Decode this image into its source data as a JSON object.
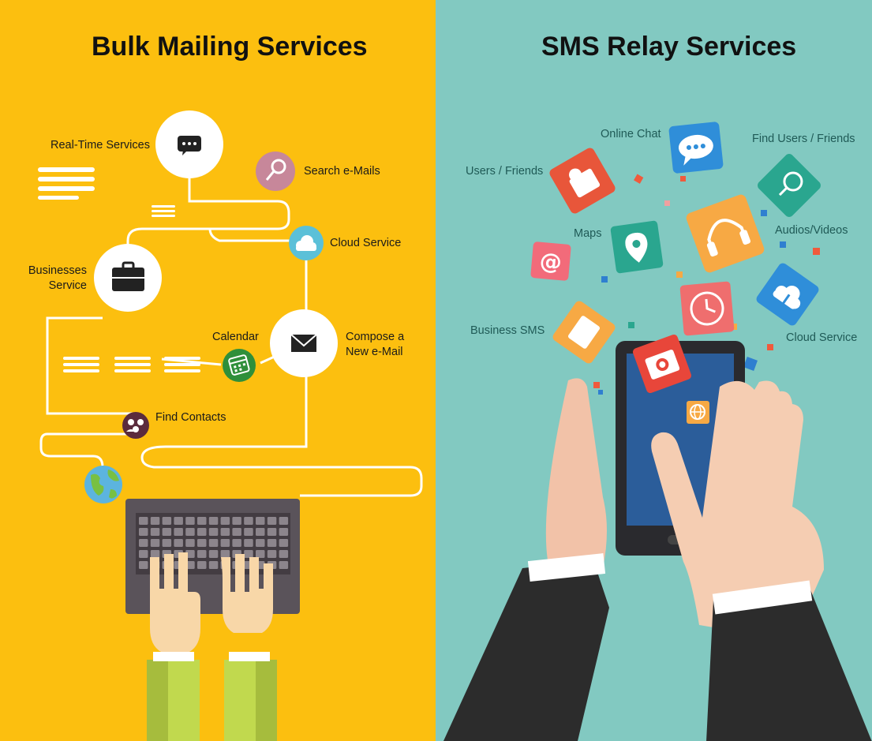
{
  "left_panel": {
    "title": "Bulk Mailing Services",
    "background": "#fcbf0f",
    "labels": {
      "real_time": "Real-Time Services",
      "search_emails": "Search e-Mails",
      "cloud_service": "Cloud Service",
      "businesses_line1": "Businesses",
      "businesses_line2": "Service",
      "calendar": "Calendar",
      "compose_line1": "Compose a",
      "compose_line2": "New e-Mail",
      "find_contacts": "Find Contacts"
    },
    "icons": [
      "chat-bubble-icon",
      "search-icon",
      "cloud-icon",
      "briefcase-icon",
      "calendar-icon",
      "envelope-icon",
      "contacts-icon",
      "globe-icon",
      "laptop-keyboard-icon",
      "typing-hands-icon"
    ]
  },
  "right_panel": {
    "title": "SMS Relay Services",
    "background": "#82c9c1",
    "labels": {
      "online_chat": "Online Chat",
      "find_users": "Find Users / Friends",
      "users_friends": "Users / Friends",
      "maps": "Maps",
      "audios_videos": "Audios/Videos",
      "business_sms": "Business SMS",
      "cloud_service": "Cloud Service"
    },
    "icons": [
      "chat-bubble-icon",
      "user-icon",
      "search-icon",
      "at-sign-icon",
      "map-pin-icon",
      "headphones-icon",
      "clock-icon",
      "cloud-upload-icon",
      "document-icon",
      "camera-icon",
      "globe-icon",
      "smartphone-icon",
      "hand-icon"
    ]
  }
}
